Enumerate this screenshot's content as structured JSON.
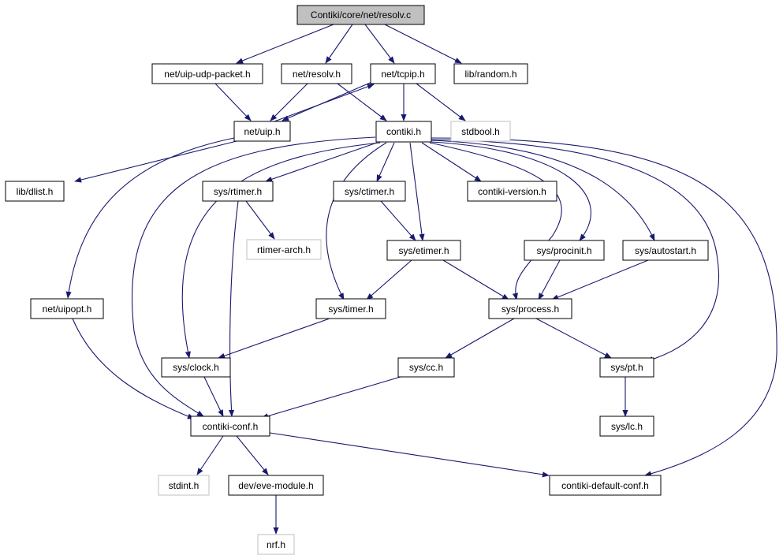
{
  "colors": {
    "edge": "#191970",
    "main_fill": "#c0c0c0",
    "missing_border": "#bfbfbf"
  },
  "nodes": {
    "resolv_c": "Contiki/core/net/resolv.c",
    "uip_udp_packet_h": "net/uip-udp-packet.h",
    "resolv_h": "net/resolv.h",
    "tcpip_h": "net/tcpip.h",
    "random_h": "lib/random.h",
    "uip_h": "net/uip.h",
    "contiki_h": "contiki.h",
    "stdbool_h": "stdbool.h",
    "dlist_h": "lib/dlist.h",
    "rtimer_h": "sys/rtimer.h",
    "ctimer_h": "sys/ctimer.h",
    "contiki_version_h": "contiki-version.h",
    "rtimer_arch_h": "rtimer-arch.h",
    "etimer_h": "sys/etimer.h",
    "procinit_h": "sys/procinit.h",
    "autostart_h": "sys/autostart.h",
    "uipopt_h": "net/uipopt.h",
    "timer_h": "sys/timer.h",
    "process_h": "sys/process.h",
    "clock_h": "sys/clock.h",
    "cc_h": "sys/cc.h",
    "pt_h": "sys/pt.h",
    "contiki_conf_h": "contiki-conf.h",
    "lc_h": "sys/lc.h",
    "stdint_h": "stdint.h",
    "eve_module_h": "dev/eve-module.h",
    "contiki_default_conf_h": "contiki-default-conf.h",
    "nrf_h": "nrf.h"
  }
}
